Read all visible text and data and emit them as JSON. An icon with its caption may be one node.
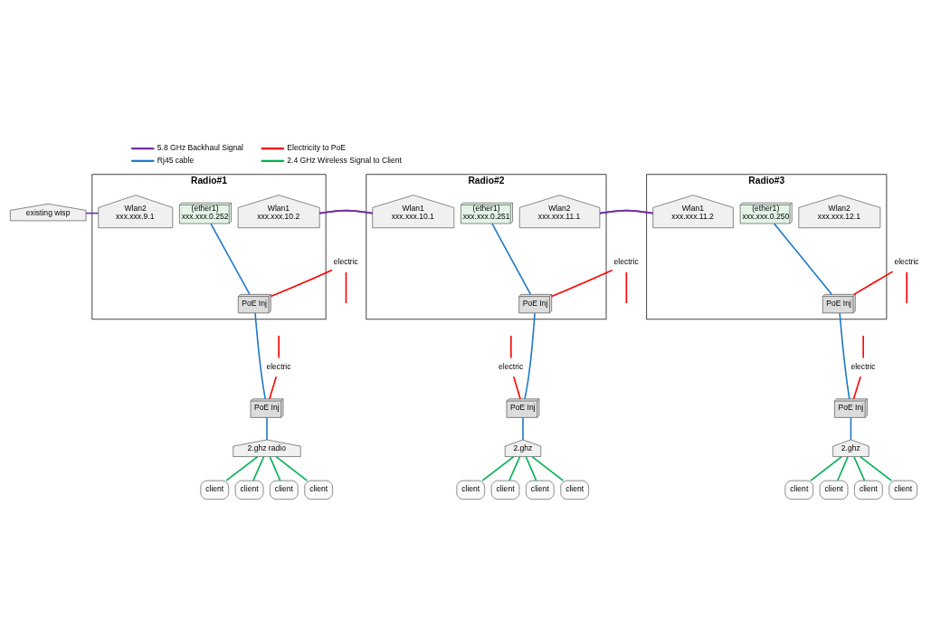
{
  "diagram": {
    "nodes": [
      {
        "text": [
          "existing wisp"
        ]
      },
      {
        "text": [
          "Radio#1"
        ]
      },
      {
        "text": [
          "Wlan2",
          "xxx.xxx.9.1"
        ],
        "in": 1
      },
      {
        "text": [
          "(ether1)",
          "xxx.xxx.0.252"
        ],
        "in": 1
      },
      {
        "text": [
          "Wlan1",
          "xxx.xxx.10.2"
        ],
        "in": 1
      },
      {
        "text": [
          "electric"
        ]
      },
      {
        "text": [
          "PoE Inj"
        ],
        "in": 1
      },
      {
        "text": [
          "Radio#2"
        ]
      },
      {
        "text": [
          "Wlan1",
          "xxx.xxx.10.1"
        ],
        "in": 7
      },
      {
        "text": [
          "(ether1)",
          "xxx.xxx.0.251"
        ],
        "in": 7
      },
      {
        "text": [
          "Wlan2",
          "xxx.xxx.11.1"
        ],
        "in": 7
      },
      {
        "text": [
          "electric"
        ]
      },
      {
        "text": [
          "PoE Inj"
        ],
        "in": 7
      },
      {
        "text": [
          "Radio#3"
        ]
      },
      {
        "text": [
          "Wlan1",
          "xxx.xxx.11.2"
        ],
        "in": 13
      },
      {
        "text": [
          "(ether1)",
          "xxx.xxx.0.250"
        ],
        "in": 13
      },
      {
        "text": [
          "Wlan2",
          "xxx.xxx.12.1"
        ],
        "in": 13
      },
      {
        "text": [
          "electric"
        ]
      },
      {
        "text": [
          "PoE Inj"
        ],
        "in": 13
      },
      {
        "text": [
          "electric"
        ]
      },
      {
        "text": [
          "PoE Inj"
        ]
      },
      {
        "text": [
          "2.ghz radio"
        ]
      },
      {
        "text": [
          "client"
        ]
      },
      {
        "text": [
          "client"
        ]
      },
      {
        "text": [
          "client"
        ]
      },
      {
        "text": [
          "client"
        ]
      },
      {
        "text": [
          "electric"
        ]
      },
      {
        "text": [
          "PoE Inj"
        ]
      },
      {
        "text": [
          "2.ghz"
        ]
      },
      {
        "text": [
          "client"
        ]
      },
      {
        "text": [
          "client"
        ]
      },
      {
        "text": [
          "client"
        ]
      },
      {
        "text": [
          "client"
        ]
      },
      {
        "text": [
          "electric"
        ]
      },
      {
        "text": [
          "PoE Inj"
        ]
      },
      {
        "text": [
          "2.ghz"
        ]
      },
      {
        "text": [
          "client"
        ]
      },
      {
        "text": [
          "client"
        ]
      },
      {
        "text": [
          "client"
        ]
      },
      {
        "text": [
          "client"
        ]
      }
    ],
    "edges": [
      {
        "from": 0,
        "to": 2,
        "arrow": "none",
        "color": "#7030a0"
      },
      {
        "from": 4,
        "to": 8,
        "arrow": "none",
        "color": "#7030a0"
      },
      {
        "from": 10,
        "to": 14,
        "arrow": "none",
        "color": "#7030a0"
      },
      {
        "from": 3,
        "to": 6,
        "arrow": "none",
        "color": "#1f78c8"
      },
      {
        "from": null,
        "to": 5,
        "arrow": "none",
        "color": "#ff0000"
      },
      {
        "from": 5,
        "to": 6,
        "arrow": "none",
        "color": "#ff0000"
      },
      {
        "from": 6,
        "to": 20,
        "arrow": "none",
        "color": "#1f78c8"
      },
      {
        "from": null,
        "to": 19,
        "arrow": "none",
        "color": "#ff0000"
      },
      {
        "from": 19,
        "to": 20,
        "arrow": "none",
        "color": "#ff0000"
      },
      {
        "from": 20,
        "to": 21,
        "arrow": "none",
        "color": "#1f78c8"
      },
      {
        "from": 21,
        "to": 22,
        "arrow": "none",
        "color": "#00b050"
      },
      {
        "from": 21,
        "to": 23,
        "arrow": "none",
        "color": "#00b050"
      },
      {
        "from": 21,
        "to": 24,
        "arrow": "none",
        "color": "#00b050"
      },
      {
        "from": 21,
        "to": 25,
        "arrow": "none",
        "color": "#00b050"
      },
      {
        "from": 9,
        "to": 12,
        "arrow": "none",
        "color": "#1f78c8"
      },
      {
        "from": null,
        "to": 11,
        "arrow": "none",
        "color": "#ff0000"
      },
      {
        "from": 11,
        "to": 12,
        "arrow": "none",
        "color": "#ff0000"
      },
      {
        "from": 12,
        "to": 27,
        "arrow": "none",
        "color": "#1f78c8"
      },
      {
        "from": null,
        "to": 26,
        "arrow": "none",
        "color": "#ff0000"
      },
      {
        "from": 26,
        "to": 27,
        "arrow": "none",
        "color": "#ff0000"
      },
      {
        "from": 27,
        "to": 28,
        "arrow": "none",
        "color": "#1f78c8"
      },
      {
        "from": 28,
        "to": 29,
        "arrow": "none",
        "color": "#00b050"
      },
      {
        "from": 28,
        "to": 30,
        "arrow": "none",
        "color": "#00b050"
      },
      {
        "from": 28,
        "to": 31,
        "arrow": "none",
        "color": "#00b050"
      },
      {
        "from": 28,
        "to": 32,
        "arrow": "none",
        "color": "#00b050"
      },
      {
        "from": 15,
        "to": 18,
        "arrow": "none",
        "color": "#1f78c8"
      },
      {
        "from": null,
        "to": 17,
        "arrow": "none",
        "color": "#ff0000"
      },
      {
        "from": 17,
        "to": 18,
        "arrow": "none",
        "color": "#ff0000"
      },
      {
        "from": 18,
        "to": 34,
        "arrow": "none",
        "color": "#1f78c8"
      },
      {
        "from": null,
        "to": 33,
        "arrow": "none",
        "color": "#ff0000"
      },
      {
        "from": 33,
        "to": 34,
        "arrow": "none",
        "color": "#ff0000"
      },
      {
        "from": 34,
        "to": 35,
        "arrow": "none",
        "color": "#1f78c8"
      },
      {
        "from": 35,
        "to": 36,
        "arrow": "none",
        "color": "#00b050"
      },
      {
        "from": 35,
        "to": 37,
        "arrow": "none",
        "color": "#00b050"
      },
      {
        "from": 35,
        "to": 38,
        "arrow": "none",
        "color": "#00b050"
      },
      {
        "from": 35,
        "to": 39,
        "arrow": "none",
        "color": "#00b050"
      }
    ],
    "legend": [
      {
        "text": "5.8 GHz Backhaul Signal",
        "color": "#7030a0"
      },
      {
        "text": "Electricity to PoE",
        "color": "#ff0000"
      },
      {
        "text": "Rj45 cable",
        "color": "#1f78c8"
      },
      {
        "text": "2.4 GHz Wireless Signal to Client",
        "color": "#00b050"
      }
    ]
  }
}
